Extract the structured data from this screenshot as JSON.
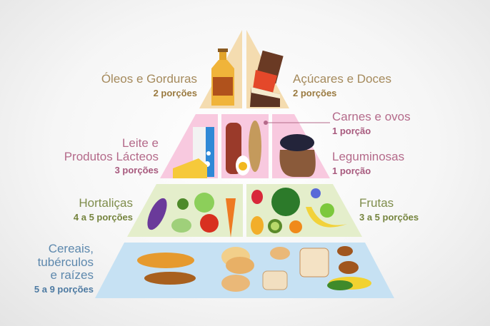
{
  "title": "Pirâmide Alimentar",
  "colors": {
    "tier1": "#f4dcb0",
    "tier2": "#f8c9df",
    "tier3": "#e4eecb",
    "tier4": "#c6e1f3"
  },
  "groups": {
    "oleos": {
      "name": "Óleos e Gorduras",
      "portions": "2 porções"
    },
    "acucares": {
      "name": "Açúcares e Doces",
      "portions": "2 porções"
    },
    "carnes": {
      "name": "Carnes e ovos",
      "portions": "1 porção"
    },
    "leite": {
      "name_line1": "Leite e",
      "name_line2": "Produtos Lácteos",
      "portions": "3 porções"
    },
    "leguminosas": {
      "name": "Leguminosas",
      "portions": "1 porção"
    },
    "hortalicas": {
      "name": "Hortaliças",
      "portions": "4 a 5 porções"
    },
    "frutas": {
      "name": "Frutas",
      "portions": "3 a 5 porções"
    },
    "cereais": {
      "name_line1": "Cereais,",
      "name_line2": "tubérculos",
      "name_line3": "e raízes",
      "portions": "5 a 9 porções"
    }
  }
}
